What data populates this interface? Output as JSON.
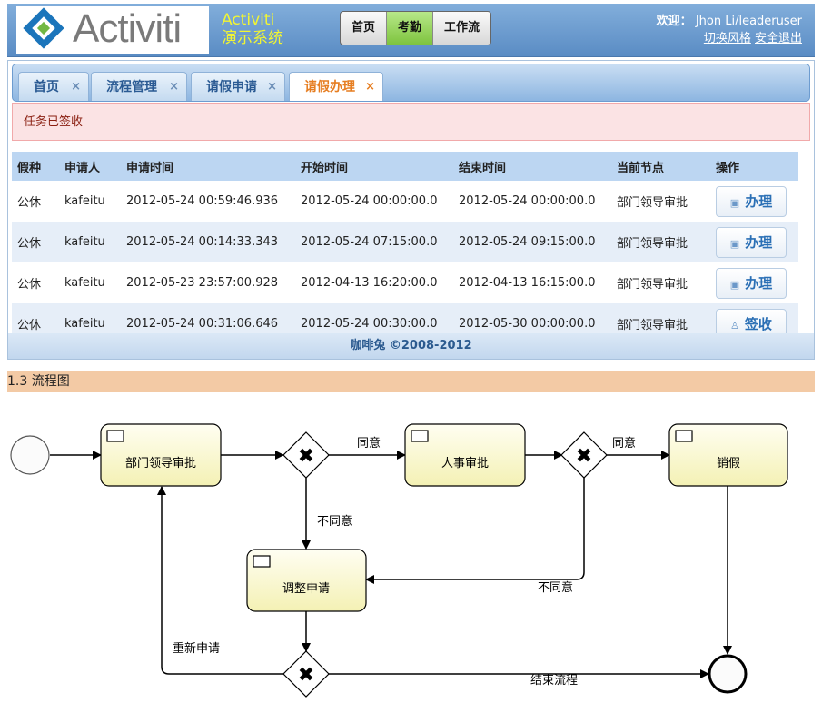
{
  "header": {
    "logo_text": "Activiti",
    "app_title_line1": "Activiti",
    "app_title_line2": "演示系统",
    "nav": [
      "首页",
      "考勤",
      "工作流"
    ],
    "nav_active_index": 1,
    "welcome_label": "欢迎：",
    "user": "Jhon Li/leaderuser",
    "switch_theme": "切换风格",
    "logout": "安全退出"
  },
  "tabs": [
    {
      "label": "首页",
      "close": "×"
    },
    {
      "label": "流程管理",
      "close": "×"
    },
    {
      "label": "请假申请",
      "close": "×"
    },
    {
      "label": "请假办理",
      "close": "×",
      "active": true
    }
  ],
  "alert": "任务已签收",
  "table": {
    "headers": [
      "假种",
      "申请人",
      "申请时间",
      "开始时间",
      "结束时间",
      "当前节点",
      "操作"
    ],
    "rows": [
      [
        "公休",
        "kafeitu",
        "2012-05-24 00:59:46.936",
        "2012-05-24 00:00:00.0",
        "2012-05-24 00:00:00.0",
        "部门领导审批",
        "办理"
      ],
      [
        "公休",
        "kafeitu",
        "2012-05-24 00:14:33.343",
        "2012-05-24 07:15:00.0",
        "2012-05-24 09:15:00.0",
        "部门领导审批",
        "办理"
      ],
      [
        "公休",
        "kafeitu",
        "2012-05-23 23:57:00.928",
        "2012-04-13 16:20:00.0",
        "2012-04-13 16:15:00.0",
        "部门领导审批",
        "办理"
      ],
      [
        "公休",
        "kafeitu",
        "2012-05-24 00:31:06.646",
        "2012-05-24 00:30:00.0",
        "2012-05-30 00:00:00.0",
        "部门领导审批",
        "签收"
      ]
    ]
  },
  "footer": "咖啡兔 ©2008-2012",
  "section_title": "1.3 流程图",
  "diagram": {
    "tasks": {
      "dept": "部门领导审批",
      "hr": "人事审批",
      "adjust": "调整申请",
      "report": "销假"
    },
    "labels": {
      "agree1": "同意",
      "agree2": "同意",
      "disagree1": "不同意",
      "disagree2": "不同意",
      "reapply": "重新申请",
      "end": "结束流程"
    },
    "gateway_symbol": "✖"
  },
  "colors": {
    "header_bg": "#6f9fd2",
    "accent_orange": "#e67e22",
    "task_fill": "#fafac8"
  }
}
